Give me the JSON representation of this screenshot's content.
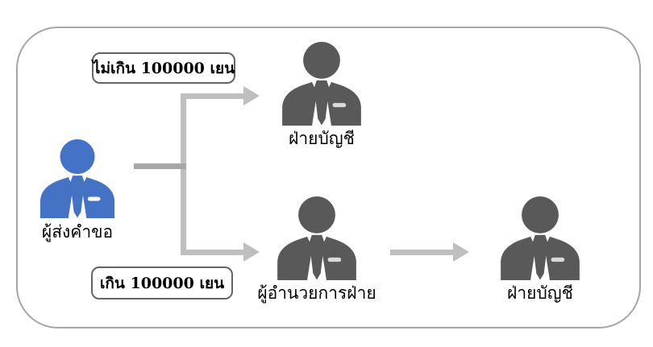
{
  "diagram": {
    "requester": {
      "label": "ผู้ส่งคำขอ"
    },
    "conditions": {
      "not_exceeding": "ไม่เกิน 100000 เยน",
      "exceeding": "เกิน 100000 เยน"
    },
    "approvers": {
      "accounting_top": "ฝ่ายบัญชี",
      "director": "ผู้อำนวยการฝ่าย",
      "accounting_final": "ฝ่ายบัญชี"
    },
    "colors": {
      "requester_icon": "#4472c4",
      "approver_icon": "#595959",
      "connector": "#bfbfbf",
      "connector_stub": "#a6a6a6",
      "frame_border": "#a6a6a6",
      "condition_box_border": "#646464"
    }
  }
}
